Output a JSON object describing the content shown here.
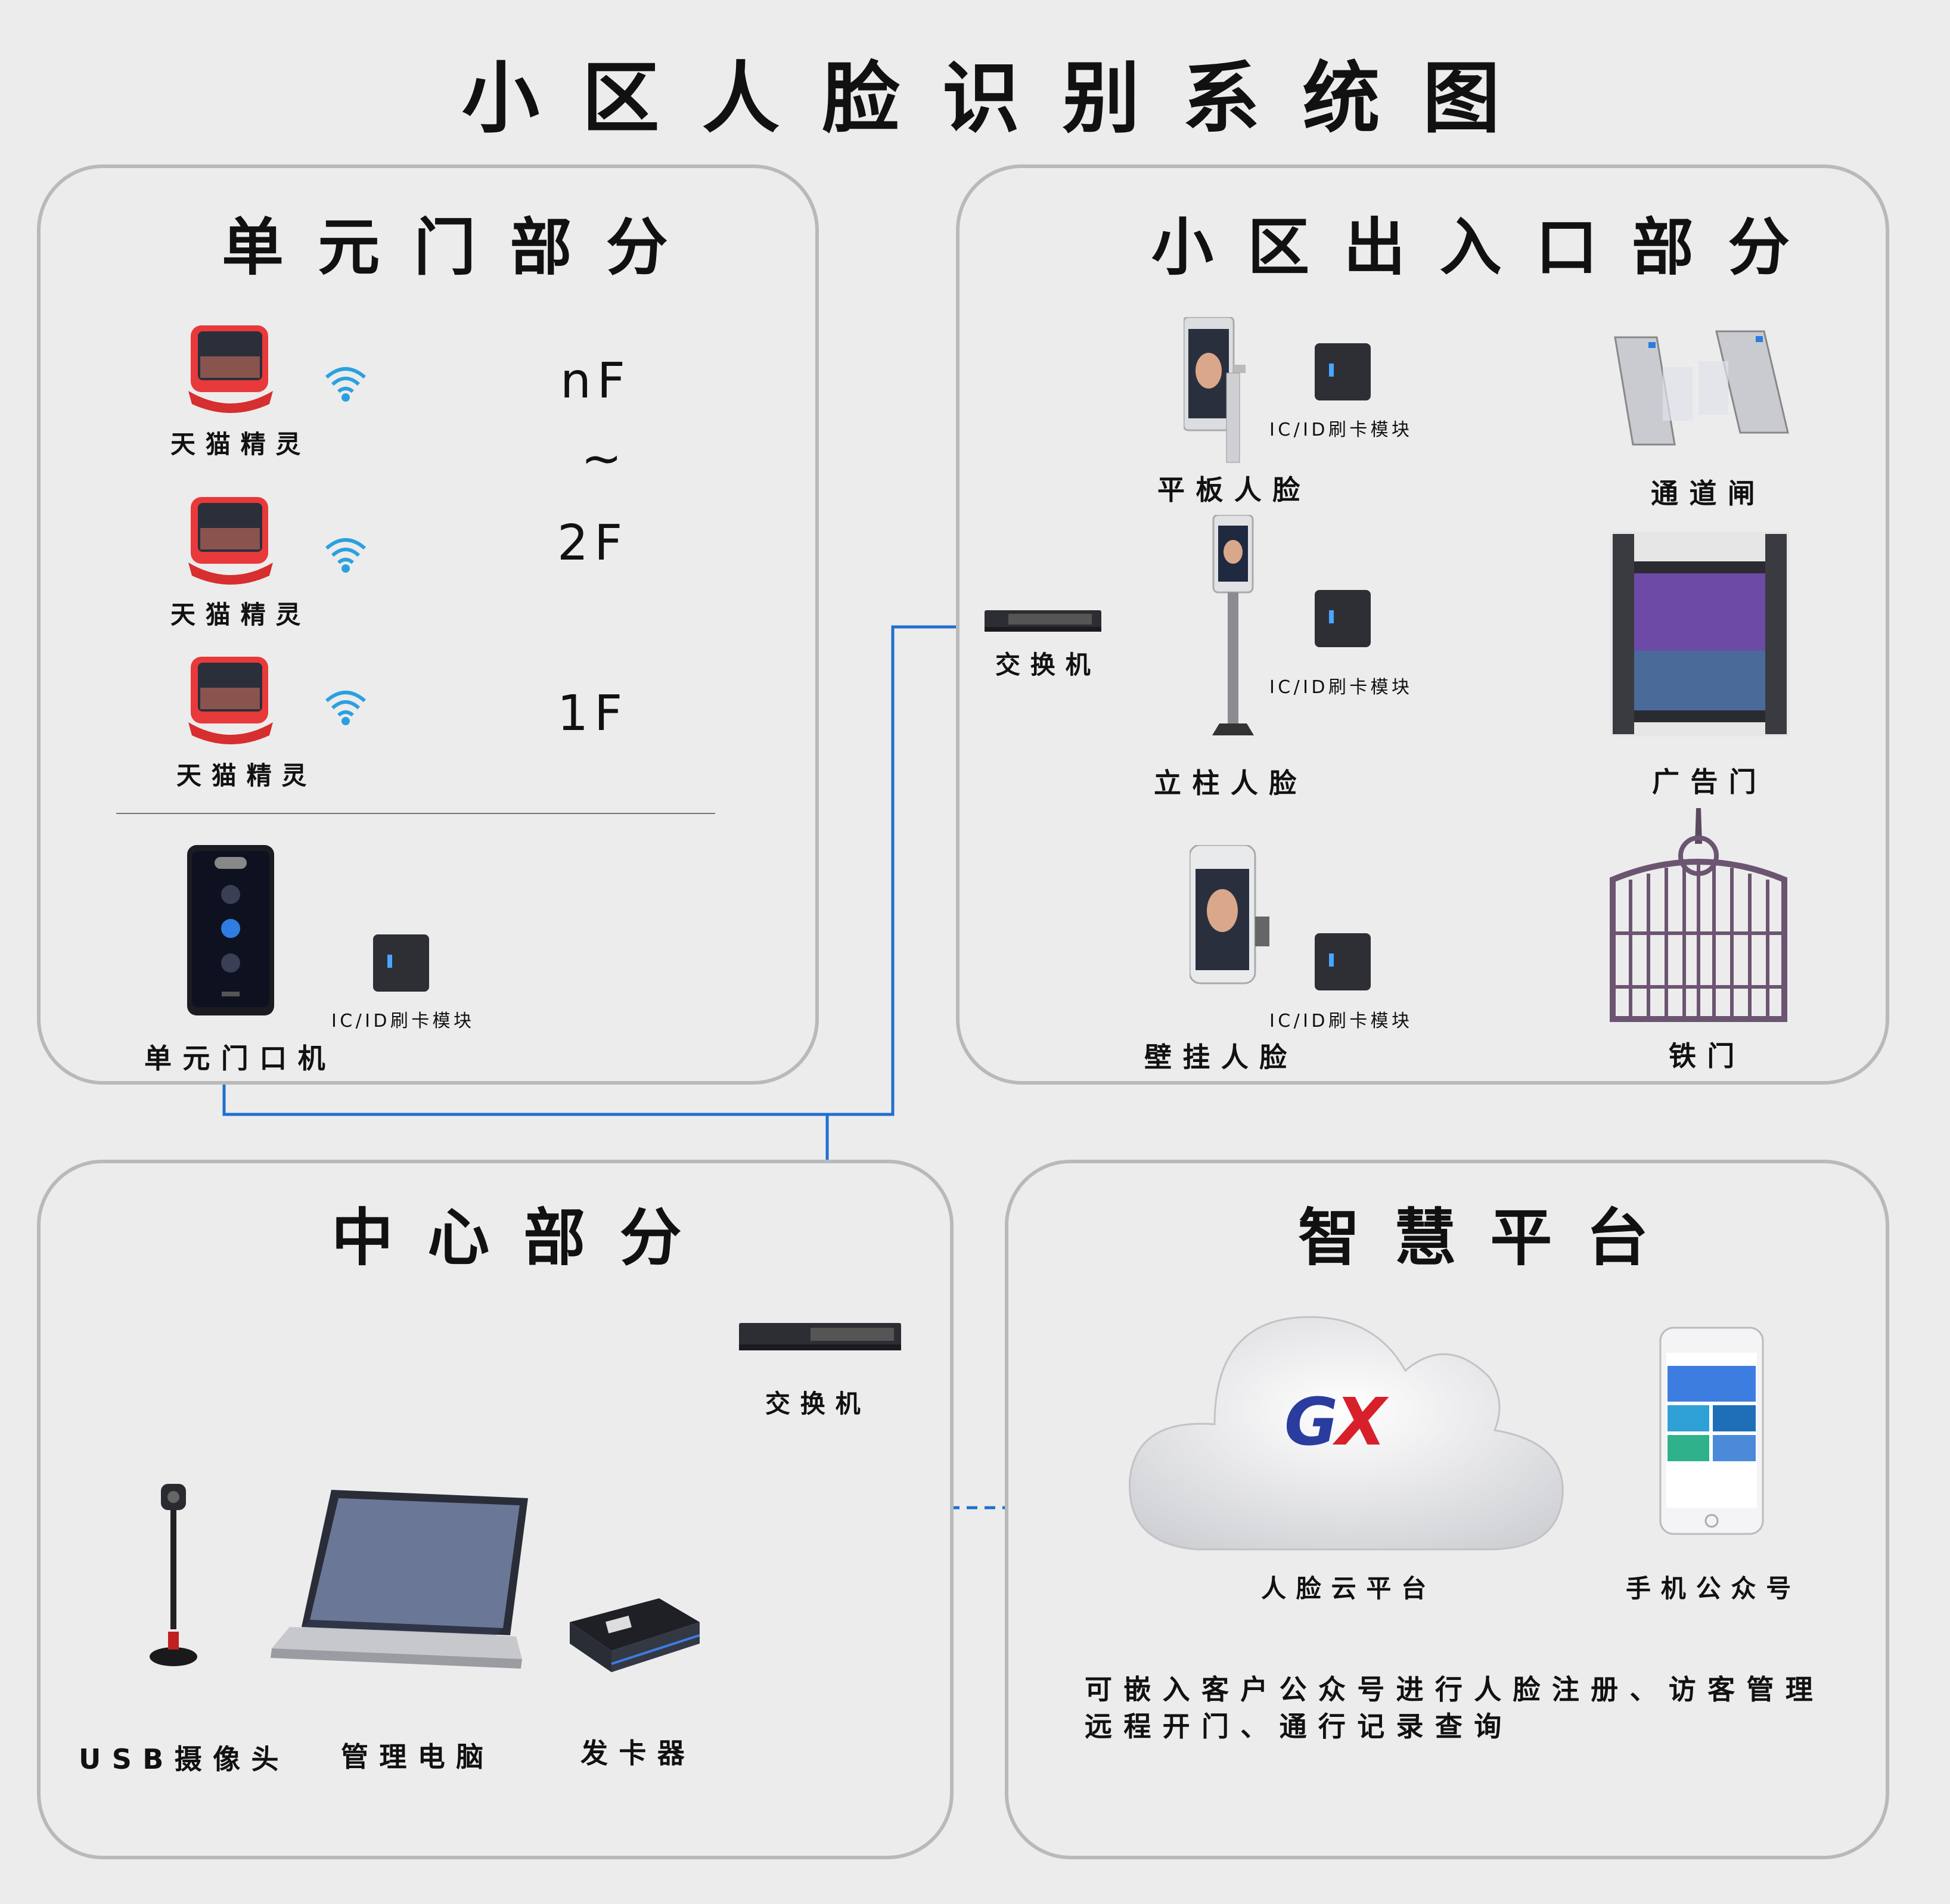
{
  "title": "小区人脸识别系统图",
  "panels": {
    "unit_door": {
      "title": "单元门部分",
      "speakers": [
        "天猫精灵",
        "天猫精灵",
        "天猫精灵"
      ],
      "floors": [
        "nF",
        "~",
        "2F",
        "1F"
      ],
      "door_unit": "单元门口机",
      "card_module": "IC/ID刷卡模块"
    },
    "entrance": {
      "title": "小区出入口部分",
      "switch": "交换机",
      "tablet_face": "平板人脸",
      "pillar_face": "立柱人脸",
      "wall_face": "壁挂人脸",
      "card_module_1": "IC/ID刷卡模块",
      "card_module_2": "IC/ID刷卡模块",
      "card_module_3": "IC/ID刷卡模块",
      "turnstile": "通道闸",
      "ad_door": "广告门",
      "iron_gate": "铁门"
    },
    "center": {
      "title": "中心部分",
      "switch": "交换机",
      "usb_camera": "USB摄像头",
      "pc": "管理电脑",
      "card_issuer": "发卡器"
    },
    "platform": {
      "title": "智慧平台",
      "cloud_logo": "GX",
      "cloud": "人脸云平台",
      "mobile": "手机公众号",
      "description_1": "可嵌入客户公众号进行人脸注册、访客管理",
      "description_2": "远程开门、通行记录查询"
    }
  },
  "colors": {
    "line": "#1f6fd0",
    "panel_border": "#b9b9bb",
    "background": "#ececec",
    "speaker_red": "#e8393b",
    "logo_blue": "#2a3c9e",
    "logo_red": "#d8202a"
  }
}
